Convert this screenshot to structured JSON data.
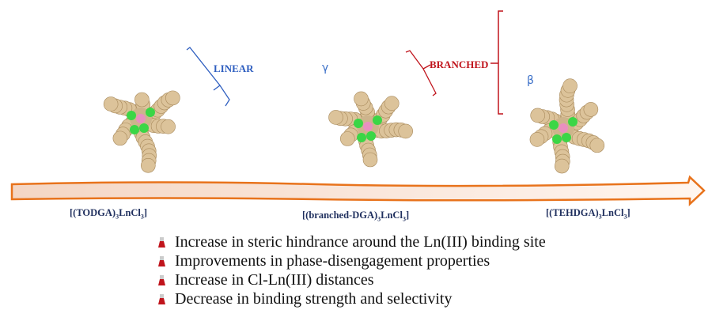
{
  "labels": {
    "linear": "LINEAR",
    "branched": "BRANCHED",
    "gamma": "γ",
    "beta": "β"
  },
  "compounds": [
    {
      "pre": "[(TODGA)",
      "sub1": "3",
      "mid": "LnCl",
      "sub2": "3",
      "post": "]"
    },
    {
      "pre": "[(branched-DGA)",
      "sub1": "3",
      "mid": "LnCl",
      "sub2": "3",
      "post": "]"
    },
    {
      "pre": "[(TEHDGA)",
      "sub1": "3",
      "mid": "LnCl",
      "sub2": "3",
      "post": "]"
    }
  ],
  "bullets": [
    "Increase in steric hindrance around the Ln(III) binding site",
    "Improvements in phase-disengagement properties",
    "Increase in Cl-Ln(III) distances",
    "Decrease in binding strength and selectivity"
  ],
  "colors": {
    "linear": "#2f5fc0",
    "branched": "#c0141c",
    "arrow": "#e8731c",
    "surface": "#dcc39a",
    "chloride": "#3bd646",
    "metal": "#e98fc0"
  }
}
